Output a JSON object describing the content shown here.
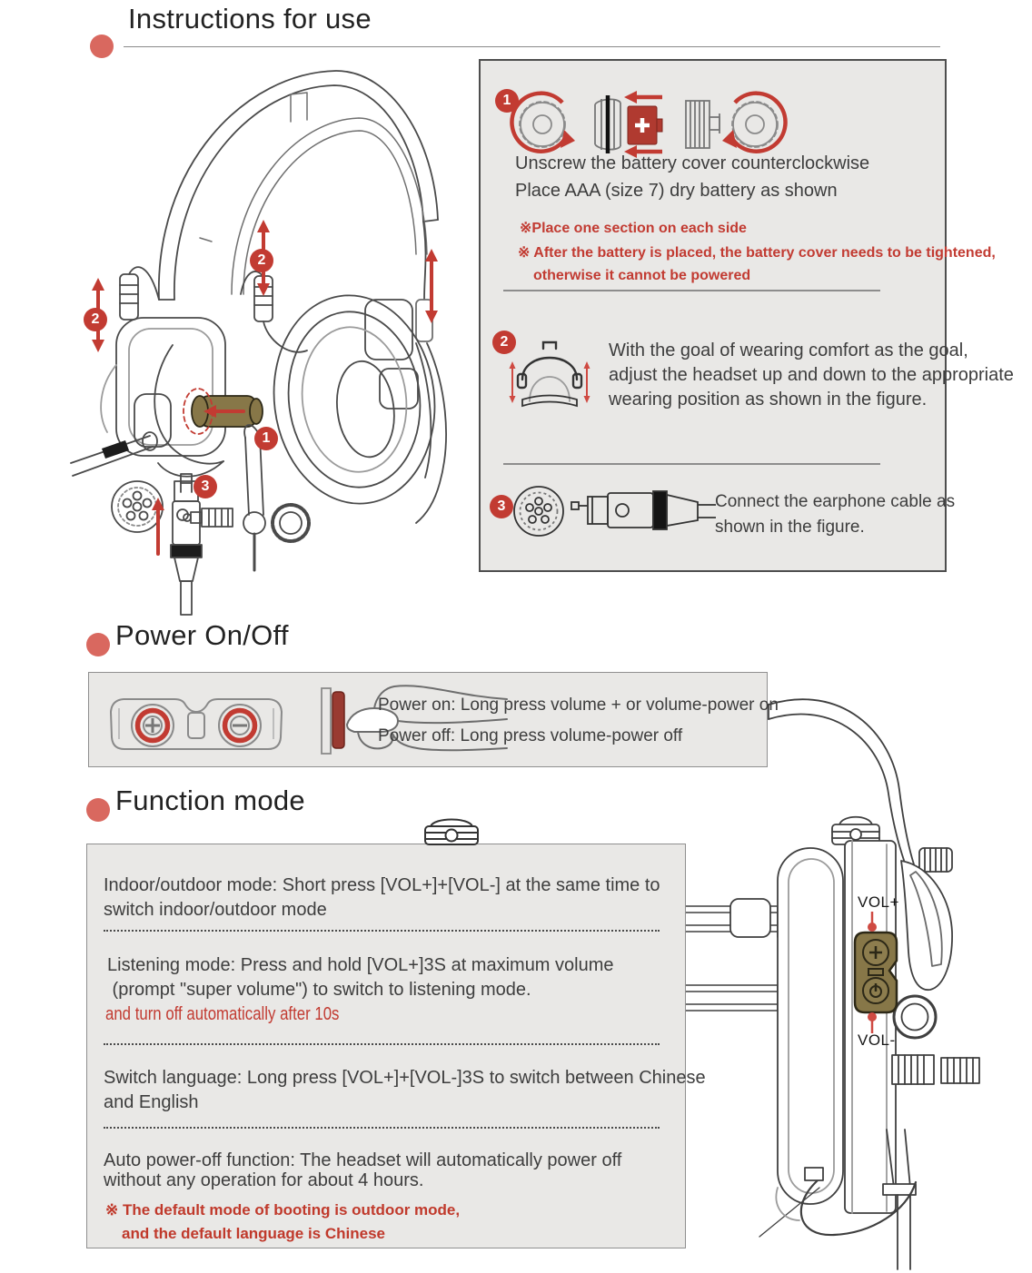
{
  "colors": {
    "accent_red": "#c23b32",
    "section_bullet": "#d9685f",
    "panel_bg": "#e9e8e6",
    "olive_hardware": "#877748"
  },
  "headings": {
    "instructions": "Instructions for use",
    "power": "Power On/Off",
    "function": "Function mode"
  },
  "callouts": {
    "one": "1",
    "two": "2",
    "three": "3"
  },
  "instruction_box": {
    "step1": {
      "line1": "Unscrew the battery cover counterclockwise",
      "line2": "Place AAA (size 7) dry battery as shown",
      "note1": "※Place one section on each side",
      "note2_line1": "※ After the battery is placed, the battery cover needs to be tightened,",
      "note2_line2": "otherwise it cannot be powered"
    },
    "step2": {
      "line1": "With the goal of wearing comfort as the goal,",
      "line2": "adjust the headset up and down to the appropriate",
      "line3": "wearing position as shown in the figure."
    },
    "step3": {
      "line1": "Connect the earphone cable as",
      "line2": "shown in the figure."
    }
  },
  "power_box": {
    "line_on": "Power on: Long press volume + or volume-power on",
    "line_off": "Power off: Long press volume-power off"
  },
  "function_box": {
    "item1_line1": "Indoor/outdoor mode: Short press [VOL+]+[VOL-] at the same time to",
    "item1_line2": "switch indoor/outdoor mode",
    "item2_line1": "Listening mode: Press and hold [VOL+]3S at maximum volume",
    "item2_line2": " (prompt \"super volume\") to switch to listening mode.",
    "item2_note": "and turn off automatically after 10s",
    "item3_line1": "Switch language: Long press [VOL+]+[VOL-]3S to switch between Chinese",
    "item3_line2": "and English",
    "item4_line1": "Auto power-off function: The headset will automatically power off",
    "item4_line2": "without any operation for about 4 hours.",
    "item4_note1": "※ The default mode of booting is outdoor mode,",
    "item4_note2": "and the default language is Chinese"
  },
  "diagram_labels": {
    "vol_plus": "VOL+",
    "vol_minus": "VOL-"
  }
}
